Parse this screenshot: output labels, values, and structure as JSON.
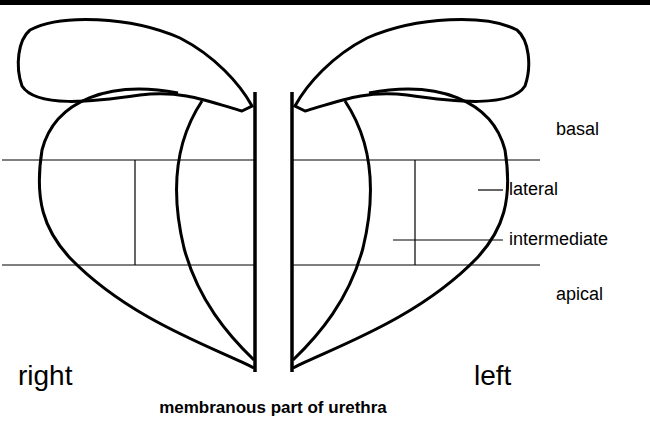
{
  "diagram": {
    "labels": [
      "basal",
      "lateral",
      "intermediate",
      "apical",
      "right",
      "left",
      "membranous part of urethra"
    ]
  }
}
